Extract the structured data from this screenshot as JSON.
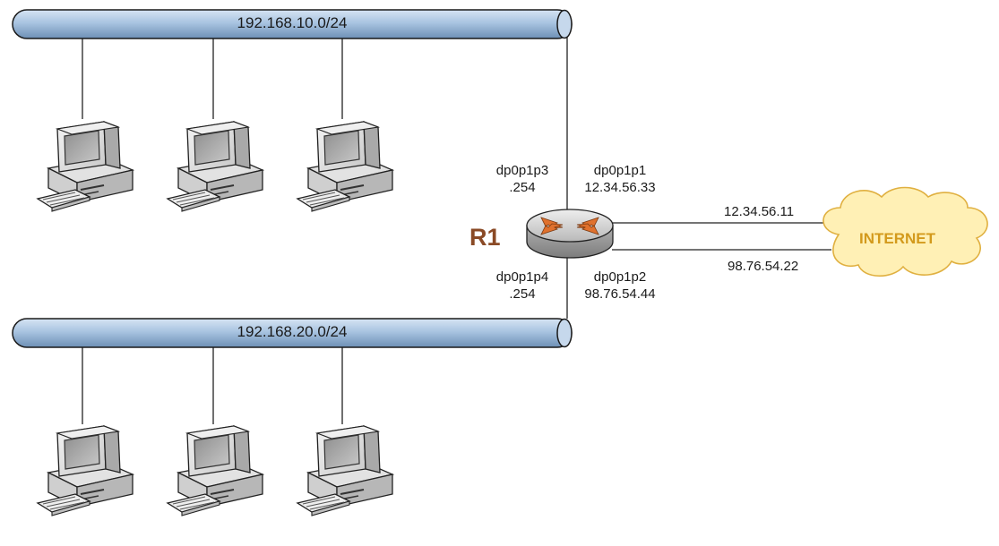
{
  "networks": {
    "lan1": {
      "label": "192.168.10.0/24"
    },
    "lan2": {
      "label": "192.168.20.0/24"
    }
  },
  "router": {
    "name": "R1",
    "interfaces": {
      "p3": {
        "name": "dp0p1p3",
        "address": ".254"
      },
      "p1": {
        "name": "dp0p1p1",
        "address": "12.34.56.33"
      },
      "p4": {
        "name": "dp0p1p4",
        "address": ".254"
      },
      "p2": {
        "name": "dp0p1p2",
        "address": "98.76.54.44"
      }
    }
  },
  "internet": {
    "label": "INTERNET",
    "uplink_top": "12.34.56.11",
    "uplink_bottom": "98.76.54.22"
  },
  "colors": {
    "bus_fill": "#a9c4e1",
    "router_label": "#8a4a26",
    "cloud_fill": "#fff0b5",
    "cloud_stroke": "#e0b040",
    "cloud_text": "#d39a1c"
  }
}
